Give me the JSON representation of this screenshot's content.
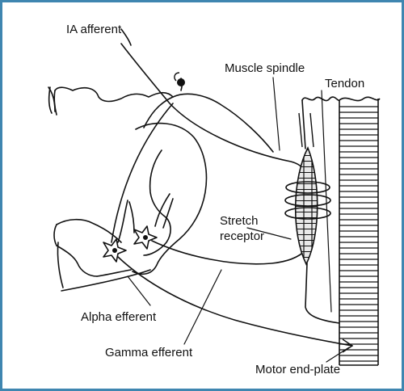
{
  "labels": {
    "ia_afferent": "IA afferent",
    "muscle_spindle": "Muscle spindle",
    "tendon": "Tendon",
    "stretch_receptor_line1": "Stretch",
    "stretch_receptor_line2": "receptor",
    "alpha_efferent": "Alpha efferent",
    "gamma_efferent": "Gamma efferent",
    "motor_end_plate": "Motor end-plate"
  },
  "colors": {
    "frame": "#3f86b0",
    "ink": "#111111",
    "spindle_fill": "#e9e9e9",
    "background": "#ffffff"
  }
}
